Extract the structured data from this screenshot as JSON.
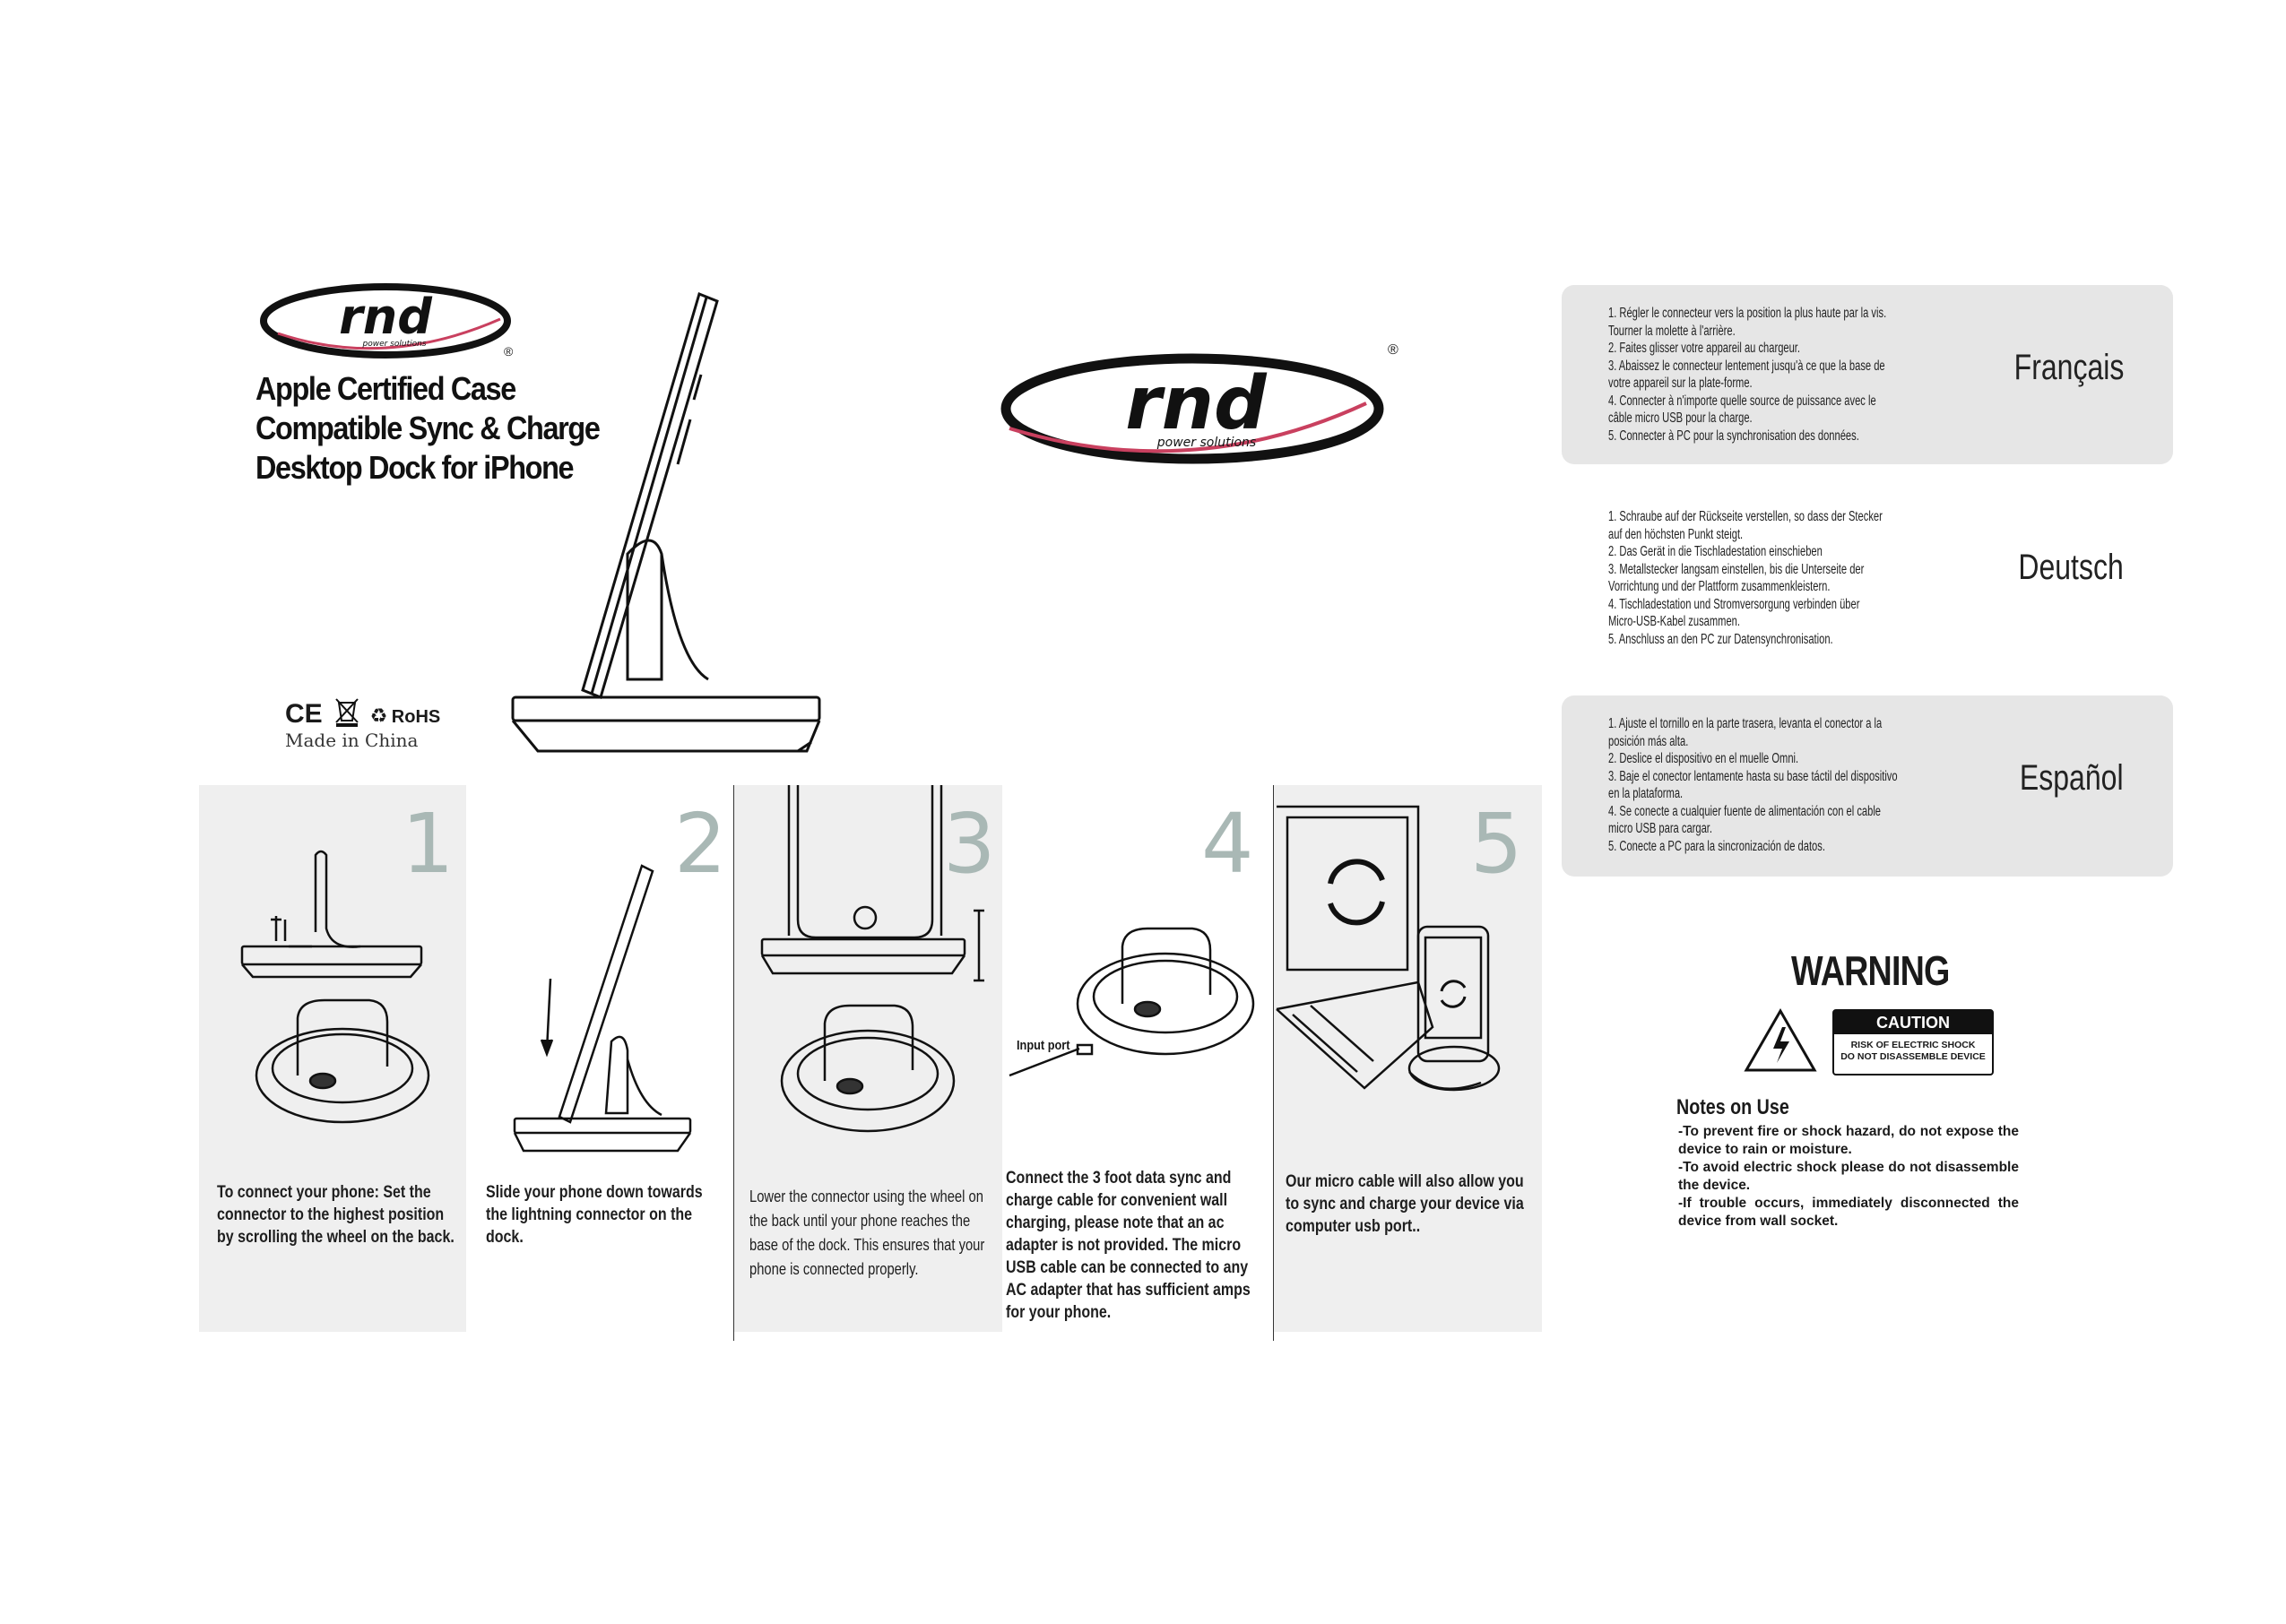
{
  "brand": {
    "logo_text": "rnd",
    "tagline": "power solutions",
    "registered": "®"
  },
  "title": {
    "line1": "Apple Certified Case",
    "line2": "Compatible Sync & Charge",
    "line3": "Desktop Dock for iPhone"
  },
  "certifications": {
    "ce": "CE",
    "rohs": "RoHS",
    "made_in": "Made in China"
  },
  "steps": [
    {
      "number": "1",
      "text": "To connect your phone: Set the connector to the highest position by scrolling the wheel on the back."
    },
    {
      "number": "2",
      "text": "Slide your phone down towards the lightning connector on the dock."
    },
    {
      "number": "3",
      "text": "Lower the connector using the wheel on the back until your phone reaches the base of the dock. This ensures that your phone is connected properly."
    },
    {
      "number": "4",
      "text": "Connect the 3 foot data sync and charge cable for convenient wall charging, please note that an ac adapter is not provided. The micro USB cable can be connected to any AC adapter that has sufficient amps for your phone.",
      "callout": "Input port"
    },
    {
      "number": "5",
      "text": "Our micro cable will also allow you to sync and charge your device via computer usb port.."
    }
  ],
  "languages": [
    {
      "name": "Français",
      "items": [
        "1.  Régler le connecteur vers la position la plus haute par la vis.",
        "      Tourner la molette à l'arrière.",
        "2.  Faites glisser votre appareil au chargeur.",
        "3.  Abaissez le connecteur lentement jusqu'à ce que la base de",
        "      votre appareil sur la plate-forme.",
        "4.  Connecter à n'importe quelle source de puissance avec le",
        "      câble micro USB pour la charge.",
        "5.  Connecter à PC pour la synchronisation des données."
      ]
    },
    {
      "name": "Deutsch",
      "items": [
        "1.  Schraube auf der Rückseite verstellen, so dass der Stecker",
        "      auf den höchsten Punkt steigt.",
        "2.  Das Gerät in die Tischladestation einschieben",
        "3.  Metallstecker langsam einstellen, bis die Unterseite der",
        "      Vorrichtung und der Plattform zusammenkleistern.",
        "4.  Tischladestation und Stromversorgung verbinden über",
        "      Micro-USB-Kabel zusammen.",
        "5.   Anschluss an den PC zur Datensynchronisation."
      ]
    },
    {
      "name": "Español",
      "items": [
        "1.  Ajuste el tornillo en la parte trasera, levanta el conector a la",
        "      posición más alta.",
        "2.  Deslice el dispositivo en el muelle Omni.",
        "3.  Baje el conector lentamente hasta su base táctil del dispositivo",
        "      en la plataforma.",
        "4.  Se conecte a cualquier fuente de alimentación con el cable",
        "      micro USB para cargar.",
        "5.  Conecte a PC para la sincronización de datos."
      ]
    }
  ],
  "warning": {
    "heading": "WARNING",
    "caution_title": "CAUTION",
    "caution_line1": "RISK OF ELECTRIC SHOCK",
    "caution_line2": "DO NOT DISASSEMBLE DEVICE"
  },
  "notes": {
    "heading": "Notes on Use",
    "items": [
      "-To prevent fire or shock hazard, do not expose the device to rain or moisture.",
      "-To avoid electric shock please do not disassemble the device.",
      "-If trouble occurs, immediately disconnected the device from wall socket."
    ]
  }
}
